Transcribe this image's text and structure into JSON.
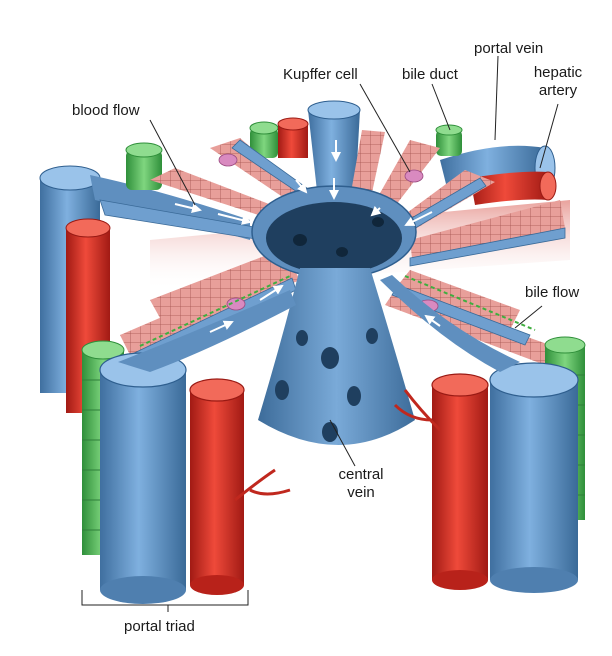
{
  "labels": {
    "blood_flow": "blood flow",
    "kupffer_cell": "Kupffer cell",
    "bile_duct": "bile duct",
    "portal_vein": "portal vein",
    "hepatic_artery_1": "hepatic",
    "hepatic_artery_2": "artery",
    "bile_flow": "bile flow",
    "central_vein_1": "central",
    "central_vein_2": "vein",
    "portal_triad": "portal triad"
  },
  "colors": {
    "vein_blue": "#6f9fcf",
    "vein_dark": "#2f5f8f",
    "artery_red": "#e5332a",
    "artery_dark": "#9a1a14",
    "hepatocyte_pink": "#e79a96",
    "bile_green": "#5cbf5c",
    "kupffer_pink": "#d98ac0"
  }
}
